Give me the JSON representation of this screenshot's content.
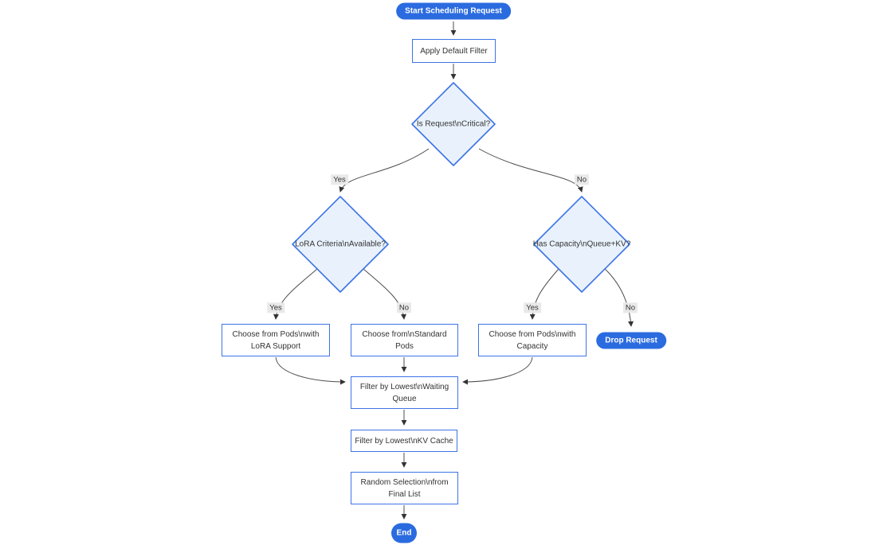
{
  "diagram": {
    "type": "flowchart",
    "nodes": {
      "start": {
        "label": "Start Scheduling Request",
        "shape": "stadium"
      },
      "apply_filter": {
        "label": "Apply Default Filter",
        "shape": "rect"
      },
      "is_critical": {
        "label": "Is Request\\nCritical?",
        "shape": "diamond"
      },
      "lora_criteria": {
        "label": "LoRA Criteria\\nAvailable?",
        "shape": "diamond"
      },
      "has_capacity": {
        "label": "Has Capacity\\nQueue+KV?",
        "shape": "diamond"
      },
      "choose_lora": {
        "label": "Choose from Pods\\nwith LoRA Support",
        "shape": "rect"
      },
      "choose_standard": {
        "label": "Choose from\\nStandard Pods",
        "shape": "rect"
      },
      "choose_capacity": {
        "label": "Choose from Pods\\nwith Capacity",
        "shape": "rect"
      },
      "drop_request": {
        "label": "Drop Request",
        "shape": "stadium"
      },
      "filter_queue": {
        "label": "Filter by Lowest\\nWaiting Queue",
        "shape": "rect"
      },
      "filter_kv": {
        "label": "Filter by Lowest\\nKV Cache",
        "shape": "rect"
      },
      "random_selection": {
        "label": "Random Selection\\nfrom Final List",
        "shape": "rect"
      },
      "end": {
        "label": "End",
        "shape": "stadium"
      }
    },
    "edge_labels": {
      "yes": "Yes",
      "no": "No"
    },
    "colors": {
      "pill_fill": "#2b6be0",
      "pill_text": "#ffffff",
      "node_border": "#3d74e6",
      "node_fill": "#ffffff",
      "decision_fill": "#e9f2fc",
      "edge_stroke": "#4d4d4d",
      "edge_label_bg": "#e9e9e9",
      "text": "#333333",
      "background": "#ffffff"
    }
  }
}
